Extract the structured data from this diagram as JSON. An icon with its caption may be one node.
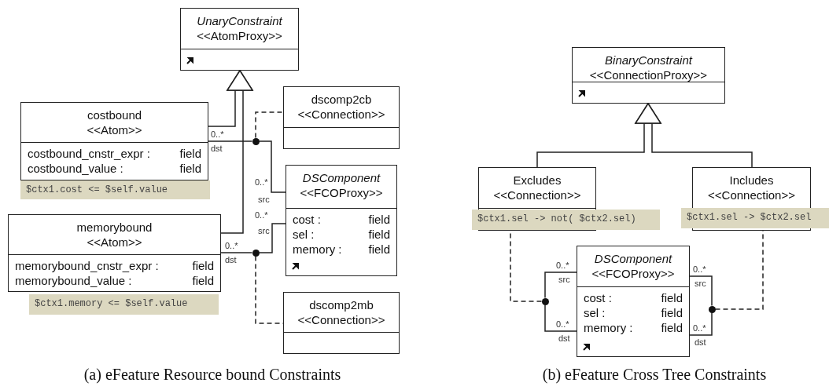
{
  "diagram": {
    "nodes": [
      {
        "text": [
          "UnaryConstraint",
          "<<AtomProxy>>"
        ]
      },
      {
        "text": [
          "costbound",
          "<<Atom>>",
          "costbound_cnstr_expr :",
          "field",
          "costbound_value :",
          "field"
        ]
      },
      {
        "text": [
          "$ctx1.cost <= $self.value"
        ]
      },
      {
        "text": [
          "dscomp2cb",
          "<<Connection>>"
        ]
      },
      {
        "text": [
          "DSComponent",
          "<<FCOProxy>>",
          "cost :",
          "field",
          "sel :",
          "field",
          "memory :",
          "field"
        ]
      },
      {
        "text": [
          "memorybound",
          "<<Atom>>",
          "memorybound_cnstr_expr :",
          "field",
          "memorybound_value :",
          "field"
        ]
      },
      {
        "text": [
          "$ctx1.memory <= $self.value"
        ]
      },
      {
        "text": [
          "dscomp2mb",
          "<<Connection>>"
        ]
      },
      {
        "text": [
          "BinaryConstraint",
          "<<ConnectionProxy>>"
        ]
      },
      {
        "text": [
          "Excludes",
          "<<Connection>>"
        ]
      },
      {
        "text": [
          "$ctx1.sel -> not( $ctx2.sel)"
        ]
      },
      {
        "text": [
          "Includes",
          "<<Connection>>"
        ]
      },
      {
        "text": [
          "$ctx1.sel -> $ctx2.sel"
        ]
      },
      {
        "text": [
          "DSComponent",
          "<<FCOProxy>>",
          "cost :",
          "field",
          "sel :",
          "field",
          "memory :",
          "field"
        ]
      },
      {
        "text": [],
        "shape": "circle"
      },
      {
        "text": [],
        "shape": "circle"
      },
      {
        "text": [],
        "shape": "circle"
      },
      {
        "text": [],
        "shape": "circle"
      }
    ],
    "edges": [
      {
        "from": 1,
        "to": 0,
        "arrow": "to"
      },
      {
        "from": 5,
        "to": 0,
        "arrow": "to"
      },
      {
        "from": 1,
        "to": 14,
        "arrow": "none"
      },
      {
        "from": 14,
        "to": 4,
        "arrow": "none"
      },
      {
        "from": 14,
        "to": 3,
        "arrow": "none",
        "style": "dashed"
      },
      {
        "from": 5,
        "to": 15,
        "arrow": "none"
      },
      {
        "from": 15,
        "to": 4,
        "arrow": "none"
      },
      {
        "from": 15,
        "to": 7,
        "arrow": "none",
        "style": "dashed"
      },
      {
        "from": 9,
        "to": 8,
        "arrow": "to"
      },
      {
        "from": 11,
        "to": 8,
        "arrow": "to"
      },
      {
        "from": 13,
        "to": 16,
        "arrow": "none"
      },
      {
        "from": 16,
        "to": 13,
        "arrow": "none"
      },
      {
        "from": 16,
        "to": 9,
        "arrow": "none",
        "style": "dashed"
      },
      {
        "from": 13,
        "to": 17,
        "arrow": "none"
      },
      {
        "from": 17,
        "to": 13,
        "arrow": "none"
      },
      {
        "from": 17,
        "to": 11,
        "arrow": "none",
        "style": "dashed"
      }
    ],
    "labels": [
      "0..*",
      "dst",
      "0..*",
      "src",
      "0..*",
      "src",
      "0..*",
      "dst",
      "0..*",
      "src",
      "0..*",
      "src",
      "0..*",
      "dst",
      "0..*",
      "dst",
      "(a) eFeature Resource bound Constraints",
      "(b) eFeature Cross Tree Constraints"
    ]
  }
}
